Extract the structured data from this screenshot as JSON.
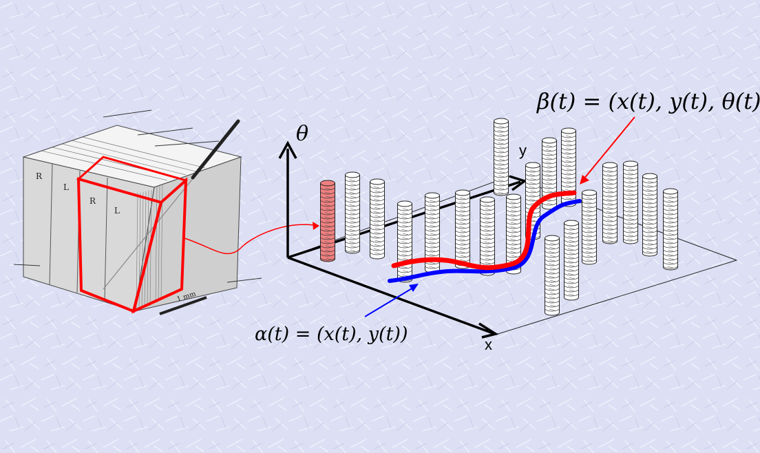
{
  "cube": {
    "column_labels": [
      "R",
      "L",
      "R",
      "L"
    ],
    "scale_label": "1 mm"
  },
  "axes": {
    "theta_label": "θ",
    "y_label": "y",
    "x_label": "x"
  },
  "equations": {
    "beta": "β(t) = (x(t), y(t), θ(t))",
    "alpha": "α(t) = (x(t), y(t))"
  },
  "colors": {
    "background": "#dde0f4",
    "beta_curve": "#ff0000",
    "alpha_curve": "#0000ff",
    "highlight_column": "#f08080",
    "cube_outline": "#ff0000"
  }
}
